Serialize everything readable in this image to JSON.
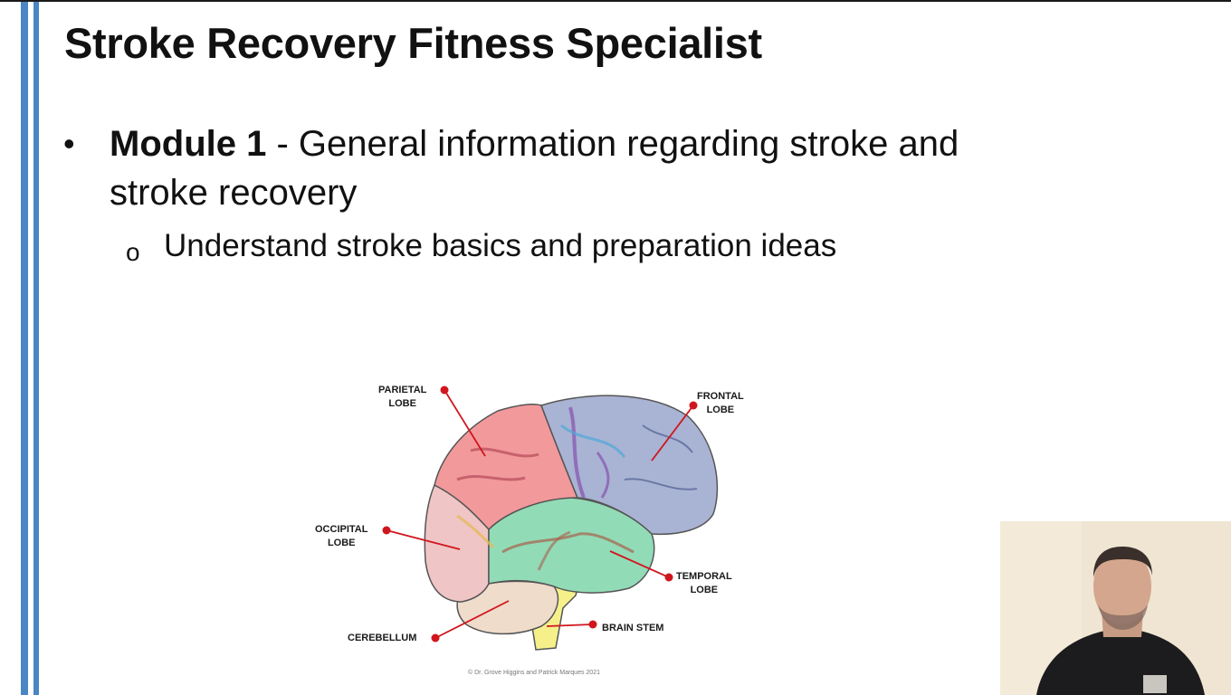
{
  "slide": {
    "title": "Stroke Recovery Fitness Specialist",
    "bullet_marker": "•",
    "bullet_bold": "Module 1",
    "bullet_rest_line1": " - General information regarding stroke and",
    "bullet_line2": "stroke recovery",
    "sub_marker": "o",
    "sub_text": "Understand stroke basics and preparation ideas"
  },
  "figure": {
    "labels": {
      "parietal_line1": "PARIETAL",
      "parietal_line2": "LOBE",
      "frontal_line1": "FRONTAL",
      "frontal_line2": "LOBE",
      "occipital_line1": "OCCIPITAL",
      "occipital_line2": "LOBE",
      "temporal_line1": "TEMPORAL",
      "temporal_line2": "LOBE",
      "cerebellum": "CEREBELLUM",
      "brain_stem": "BRAIN STEM"
    },
    "copyright": "© Dr. Grove Higgins and Patrick Marques 2021"
  },
  "colors": {
    "accent_bar": "#4a86c5",
    "parietal": "#f2999b",
    "frontal": "#a9b3d3",
    "occipital": "#efc5c6",
    "temporal": "#92dbb7",
    "cerebellum": "#efdccb",
    "brain_stem": "#f5f08a",
    "marker": "#d0161d"
  }
}
